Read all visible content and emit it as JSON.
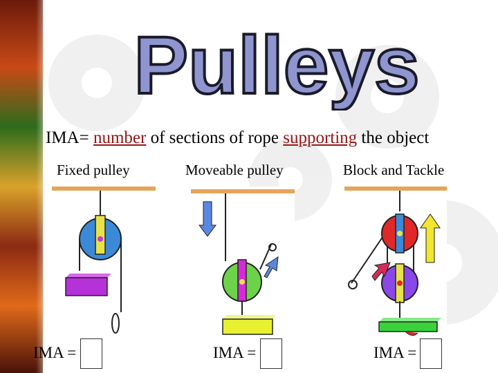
{
  "title": "Pulleys",
  "subtitle": {
    "prefix": "IMA= ",
    "word1": "number",
    "middle": " of sections of rope ",
    "word2": "supporting",
    "suffix": " the object"
  },
  "columns": [
    {
      "label": "Fixed pulley",
      "ima_label": "IMA ="
    },
    {
      "label": "Moveable pulley",
      "ima_label": "IMA ="
    },
    {
      "label": "Block and Tackle",
      "ima_label": "IMA ="
    }
  ],
  "colors": {
    "title_fill": "#8f95cf",
    "ceiling": "#e4a55a",
    "pulley_blue": "#3a8ad8",
    "pulley_green": "#6cd24a",
    "pulley_red": "#e02828",
    "pulley_purple": "#8a48e8",
    "load_purple": "#b432d8",
    "load_yellow": "#e8f032",
    "load_green": "#3ad23a",
    "arrow_yellow": "#f2e630",
    "arrow_blue": "#5a88e0",
    "arrow_pink": "#d62a5a"
  }
}
